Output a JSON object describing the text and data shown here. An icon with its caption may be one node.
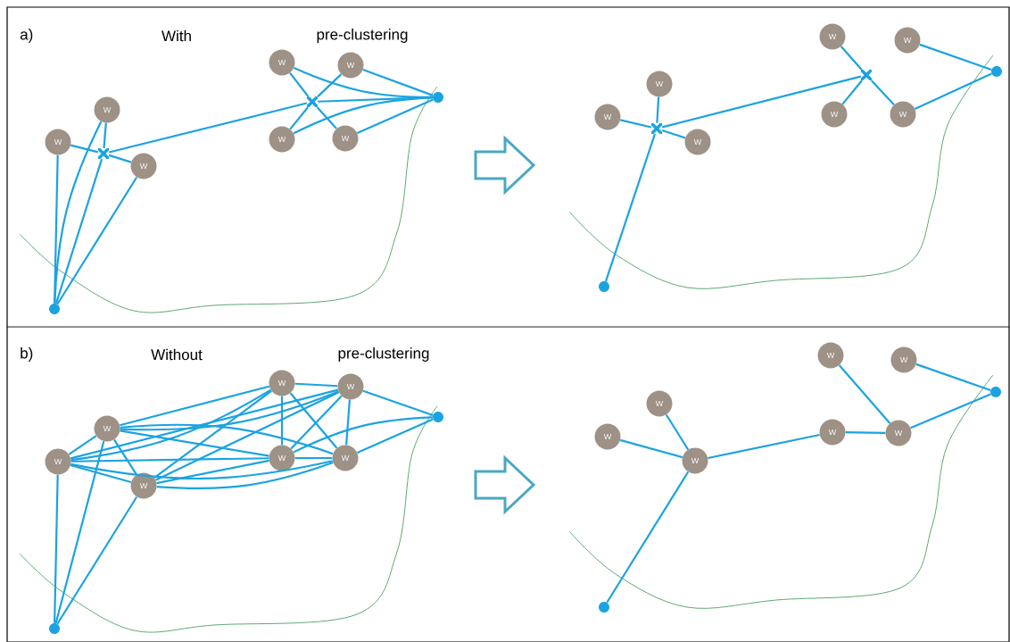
{
  "diagram": {
    "nodes": [
      {
        "text": [
          "W"
        ]
      },
      {
        "text": [
          "W"
        ]
      },
      {
        "text": [
          "W"
        ]
      },
      {
        "text": [
          "W"
        ]
      },
      {
        "text": [
          "W"
        ]
      },
      {
        "text": [
          "W"
        ]
      },
      {
        "text": [
          "W"
        ]
      },
      {
        "text": [],
        "shape": "cross"
      },
      {
        "text": [],
        "shape": "cross"
      },
      {
        "text": [],
        "shape": "circle"
      },
      {
        "text": [],
        "shape": "circle"
      },
      {
        "text": [
          "W"
        ]
      },
      {
        "text": [
          "W"
        ]
      },
      {
        "text": [
          "W"
        ]
      },
      {
        "text": [
          "W"
        ]
      },
      {
        "text": [
          "W"
        ]
      },
      {
        "text": [
          "W"
        ]
      },
      {
        "text": [
          "W"
        ]
      },
      {
        "text": [],
        "shape": "cross"
      },
      {
        "text": [],
        "shape": "cross"
      },
      {
        "text": [],
        "shape": "circle"
      },
      {
        "text": [],
        "shape": "circle"
      },
      {
        "text": [
          "W"
        ]
      },
      {
        "text": [
          "W"
        ]
      },
      {
        "text": [
          "W"
        ]
      },
      {
        "text": [
          "W"
        ]
      },
      {
        "text": [
          "W"
        ]
      },
      {
        "text": [
          "W"
        ]
      },
      {
        "text": [
          "W"
        ]
      },
      {
        "text": [],
        "shape": "circle"
      },
      {
        "text": [],
        "shape": "circle"
      },
      {
        "text": [
          "W"
        ]
      },
      {
        "text": [
          "W"
        ]
      },
      {
        "text": [
          "W"
        ]
      },
      {
        "text": [
          "W"
        ]
      },
      {
        "text": [
          "W"
        ]
      },
      {
        "text": [
          "W"
        ]
      },
      {
        "text": [
          "W"
        ]
      },
      {
        "text": [],
        "shape": "circle"
      },
      {
        "text": [],
        "shape": "circle"
      }
    ],
    "edges": [
      {
        "from": 0,
        "to": 7,
        "arrow": "none"
      },
      {
        "from": 1,
        "to": 7,
        "arrow": "none"
      },
      {
        "from": 2,
        "to": 7,
        "arrow": "none"
      },
      {
        "from": 7,
        "to": 8,
        "arrow": "none"
      },
      {
        "from": 3,
        "to": 8,
        "arrow": "none"
      },
      {
        "from": 4,
        "to": 8,
        "arrow": "none"
      },
      {
        "from": 5,
        "to": 8,
        "arrow": "none"
      },
      {
        "from": 6,
        "to": 8,
        "arrow": "none"
      },
      {
        "from": 9,
        "to": 0,
        "arrow": "none"
      },
      {
        "from": 9,
        "to": 1,
        "arrow": "none"
      },
      {
        "from": 9,
        "to": 7,
        "arrow": "none"
      },
      {
        "from": 9,
        "to": 2,
        "arrow": "none"
      },
      {
        "from": 3,
        "to": 10,
        "arrow": "none"
      },
      {
        "from": 4,
        "to": 10,
        "arrow": "none"
      },
      {
        "from": 8,
        "to": 10,
        "arrow": "none"
      },
      {
        "from": 5,
        "to": 10,
        "arrow": "none"
      },
      {
        "from": 6,
        "to": 10,
        "arrow": "none"
      },
      {
        "from": 11,
        "to": 18,
        "arrow": "none"
      },
      {
        "from": 12,
        "to": 18,
        "arrow": "none"
      },
      {
        "from": 13,
        "to": 18,
        "arrow": "none"
      },
      {
        "from": 18,
        "to": 20,
        "arrow": "none"
      },
      {
        "from": 18,
        "to": 19,
        "arrow": "none"
      },
      {
        "from": 14,
        "to": 19,
        "arrow": "none"
      },
      {
        "from": 16,
        "to": 19,
        "arrow": "none"
      },
      {
        "from": 17,
        "to": 19,
        "arrow": "none"
      },
      {
        "from": 15,
        "to": 21,
        "arrow": "none"
      },
      {
        "from": 17,
        "to": 21,
        "arrow": "none"
      },
      {
        "from": 22,
        "to": 23,
        "arrow": "none"
      },
      {
        "from": 22,
        "to": 24,
        "arrow": "none"
      },
      {
        "from": 22,
        "to": 25,
        "arrow": "none"
      },
      {
        "from": 22,
        "to": 26,
        "arrow": "none"
      },
      {
        "from": 22,
        "to": 27,
        "arrow": "none"
      },
      {
        "from": 22,
        "to": 28,
        "arrow": "none"
      },
      {
        "from": 23,
        "to": 24,
        "arrow": "none"
      },
      {
        "from": 23,
        "to": 25,
        "arrow": "none"
      },
      {
        "from": 23,
        "to": 26,
        "arrow": "none"
      },
      {
        "from": 23,
        "to": 27,
        "arrow": "none"
      },
      {
        "from": 23,
        "to": 28,
        "arrow": "none"
      },
      {
        "from": 24,
        "to": 25,
        "arrow": "none"
      },
      {
        "from": 24,
        "to": 26,
        "arrow": "none"
      },
      {
        "from": 24,
        "to": 27,
        "arrow": "none"
      },
      {
        "from": 24,
        "to": 28,
        "arrow": "none"
      },
      {
        "from": 25,
        "to": 26,
        "arrow": "none"
      },
      {
        "from": 25,
        "to": 27,
        "arrow": "none"
      },
      {
        "from": 25,
        "to": 28,
        "arrow": "none"
      },
      {
        "from": 26,
        "to": 27,
        "arrow": "none"
      },
      {
        "from": 26,
        "to": 28,
        "arrow": "none"
      },
      {
        "from": 27,
        "to": 28,
        "arrow": "none"
      },
      {
        "from": 29,
        "to": 22,
        "arrow": "none"
      },
      {
        "from": 29,
        "to": 23,
        "arrow": "none"
      },
      {
        "from": 29,
        "to": 24,
        "arrow": "none"
      },
      {
        "from": 26,
        "to": 30,
        "arrow": "none"
      },
      {
        "from": 27,
        "to": 30,
        "arrow": "none"
      },
      {
        "from": 28,
        "to": 30,
        "arrow": "none"
      },
      {
        "from": 31,
        "to": 33,
        "arrow": "none"
      },
      {
        "from": 32,
        "to": 33,
        "arrow": "none"
      },
      {
        "from": 33,
        "to": 38,
        "arrow": "none"
      },
      {
        "from": 33,
        "to": 36,
        "arrow": "none"
      },
      {
        "from": 36,
        "to": 37,
        "arrow": "none"
      },
      {
        "from": 34,
        "to": 37,
        "arrow": "none"
      },
      {
        "from": 37,
        "to": 39,
        "arrow": "none"
      },
      {
        "from": 35,
        "to": 39,
        "arrow": "none"
      }
    ],
    "labels": [
      "a)",
      "With",
      "pre-clustering",
      "b)",
      "Without",
      "pre-clustering"
    ]
  }
}
